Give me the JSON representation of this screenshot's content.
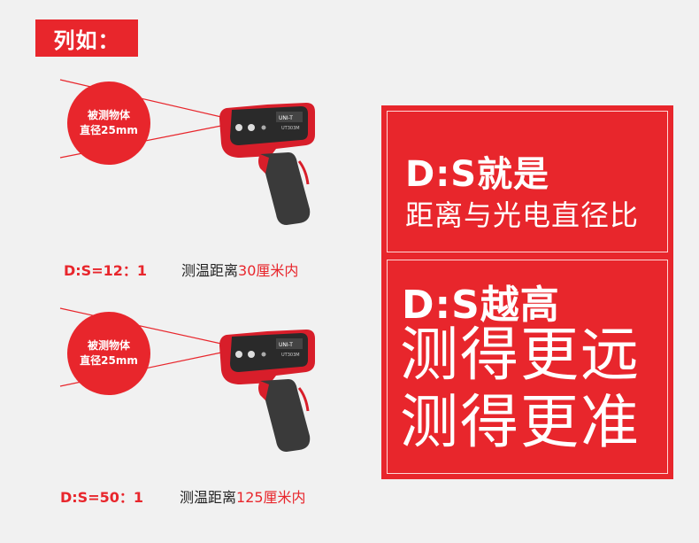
{
  "tag": "列如：",
  "target_label": [
    "被测物体",
    "直径25mm"
  ],
  "gun_brand": "UNI-T",
  "gun_model": "UT303M",
  "examples": [
    {
      "ratio": "D:S=12：1",
      "dist_prefix": "测温距离",
      "dist_value": "30厘米内"
    },
    {
      "ratio": "D:S=50：1",
      "dist_prefix": "测温距离",
      "dist_value": "125厘米内"
    }
  ],
  "panel": {
    "box1": {
      "title": "D:S就是",
      "subtitle": "距离与光电直径比"
    },
    "box2": {
      "title": "D:S越高",
      "line1": "测得更远",
      "line2": "测得更准"
    }
  },
  "colors": {
    "accent": "#e8262c",
    "background": "#f1f1f1"
  }
}
